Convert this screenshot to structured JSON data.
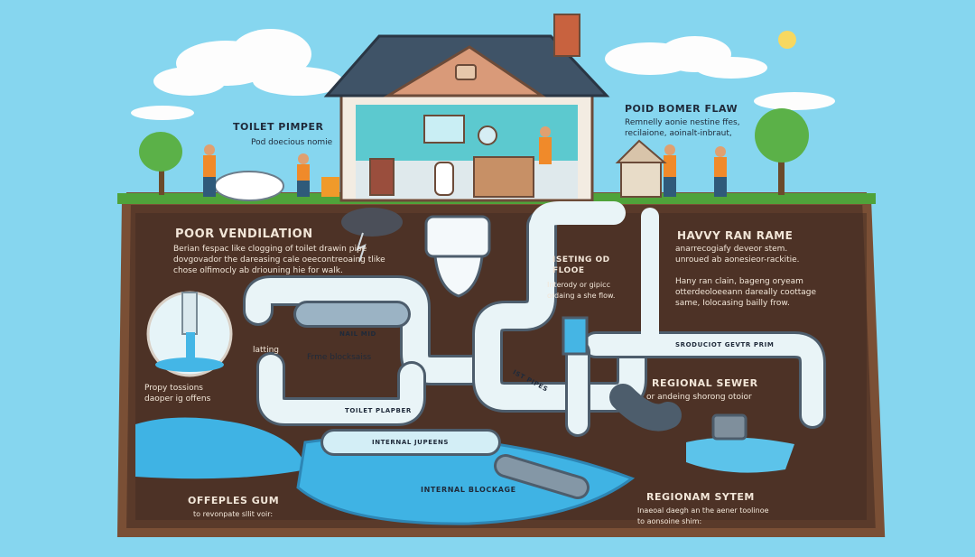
{
  "labels": {
    "toilet_pimper": {
      "title": "TOILET PIMPER",
      "text": "Pod doecious nomie"
    },
    "poid_bomer": {
      "title": "POID BOMER FLAW",
      "text": "Remnelly aonie nestine ffes,\nrecilaione, aoinalt-inbraut,"
    },
    "poor_ventilation": {
      "title": "POOR VENDILATION",
      "text": "Berian fespac like clogging of toilet drawin pipe\ndovgovador the dareasing cale oeecontreoaing tlike\nchose olfimocly ab driouning hie for walk."
    },
    "heavy_rain": {
      "title": "HAVVY RAN RAME",
      "text1": "anarrecogiafy deveor stem.\nunroued ab aonesieor-rackitie.",
      "text2": "Hany ran clain, bageng oryeam\notterdeoloeeann dareally coottage\nsame, Iolocasing bailly frow."
    },
    "isting_floe": {
      "title": "ISETING OD\nFLOOE",
      "text": "Interody or gipicc\nordaing a she flow."
    },
    "regional_sewer": {
      "title": "REGIONAL SEWER",
      "text": "or andeing shorong otoior"
    },
    "propy_tensions": {
      "text": "Propy tossions\ndaoper ig offens"
    },
    "offeples_gum": {
      "title": "OFFEPLES GUM",
      "text": "to revonpate sllit voir:"
    },
    "regional_system": {
      "title": "REGIONAM SYTEM",
      "text": "Inaeoal daegh an the aener toolinoe\nto aonsoine shim:"
    },
    "latting": "latting",
    "frme_blockages": "Frme blocksaiss",
    "nail_mid": "NAIL MID",
    "toilet_plapber": "TOILET PLAPBER",
    "internal_jupeens": "INTERNAL JUPEENS",
    "internal_blockage": "INTERNAL BLOCKAGE",
    "ist_pipes": "IST PIPES",
    "sewer_pipe_tag": "SRODUCIOT GEVTR PRIM"
  },
  "colors": {
    "sky": "#86d6ef",
    "soil": "#5a3a2a",
    "soil_edge": "#7a4f35",
    "grass": "#4fa33a",
    "pipe": "#e9f4f7",
    "pipe_dark": "#4d5d6c",
    "water": "#3fb3e4"
  }
}
